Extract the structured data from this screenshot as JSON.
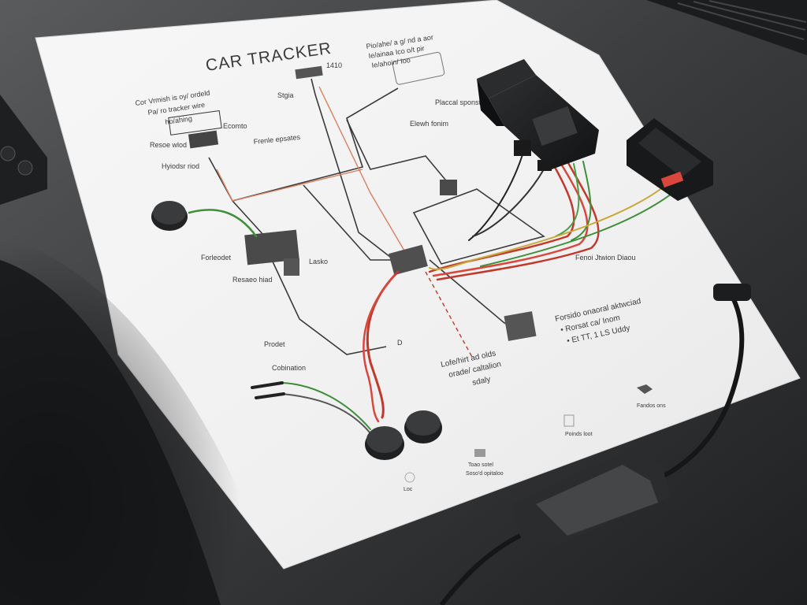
{
  "sheet": {
    "title": "CAR TRACKER",
    "notes": {
      "left_block": [
        "Cor Vrmish is oy/ ordeld",
        "Pa/ ro tracker wire",
        "ho/ahing"
      ],
      "top_right_block": [
        "Pio/ahe/ a g/ nd a aor",
        "Ie/ainaa Ico o/t pir",
        "Ie/ahoin/ Ioo"
      ],
      "label_1410": "1410",
      "label_stgia": "Stgia",
      "label_frenle_mpatas": "Frenle epsates",
      "label_placal_sponst": "Placcal\nsponst",
      "label_ele_sh_fonim": "Elewh\nfonim",
      "label_resoe_wlod": "Resoe\nwlod",
      "label_ecomto": "Ecomto",
      "label_hyiodse_riod": "Hyiodsr\nriod",
      "label_forleodet": "Forleodet",
      "label_lasko": "Lasko",
      "label_resaeo_hiad": "Resaeo\nhiad",
      "label_prodet": "Prodet",
      "label_cobination": "Cobination",
      "label_fenoi_jtwion": "Fenoi Jtwion\nDiaou",
      "label_d": "D",
      "label_bottom_mid": [
        "Lofe/hirt ad olds",
        "orade/ caltalion",
        "sdaly"
      ],
      "label_right_block": [
        "Forsido onaoral aktwciad",
        "• Rorsat ca/ Inom",
        "• Et TT, 1 LS Uddy"
      ],
      "icon_labels": [
        "Poinds loot",
        "Fandos ons"
      ],
      "tiny_labels": [
        "Toao sotel",
        "Soso'd opitaloo",
        "Loc"
      ]
    }
  },
  "colors": {
    "paper": "#f4f4f4",
    "dash": "#2c2d2f",
    "wire_red": "#d9473c",
    "wire_green": "#3f8f3a",
    "wire_yellow": "#c8a83a",
    "device": "#1f2022"
  },
  "objects": [
    "gps-tracker-box",
    "obd-connector",
    "usb-power-adapter",
    "round-sensor-pad",
    "wiring-harness"
  ]
}
